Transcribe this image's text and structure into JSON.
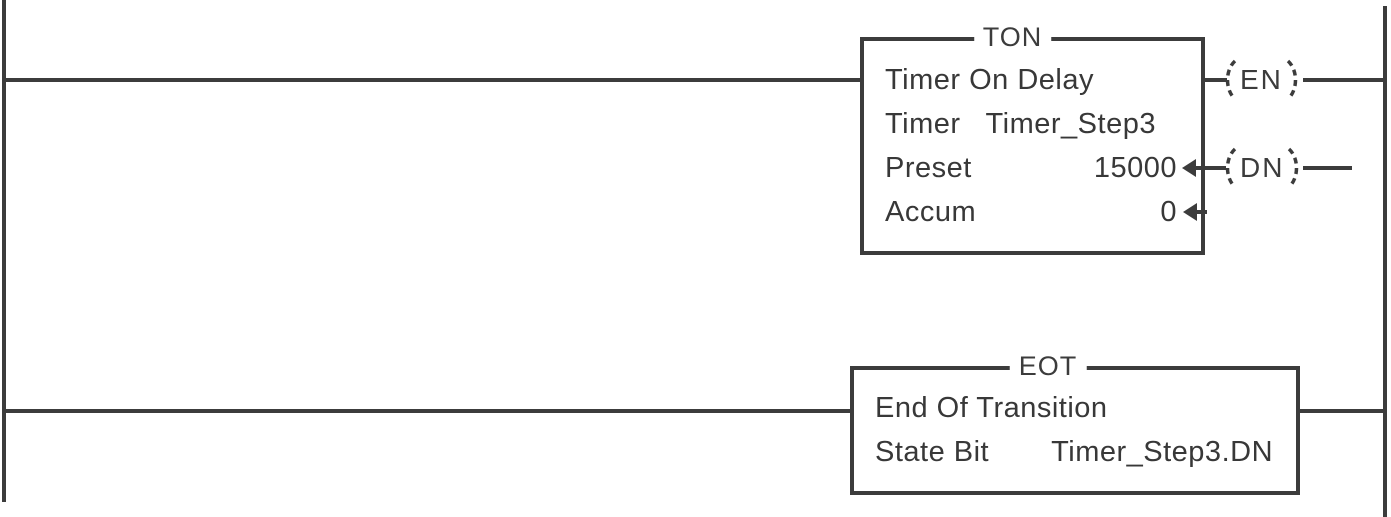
{
  "diagram": {
    "type": "ladder-logic-rung",
    "colors": {
      "line": "#3c3c3c",
      "text": "#383838",
      "background": "#ffffff"
    },
    "ton_block": {
      "mnemonic": "TON",
      "title": "Timer On Delay",
      "timer_label": "Timer",
      "timer_value": "Timer_Step3",
      "preset_label": "Preset",
      "preset_value": "15000",
      "accum_label": "Accum",
      "accum_value": "0",
      "en_coil_label": "EN",
      "dn_coil_label": "DN"
    },
    "eot_block": {
      "mnemonic": "EOT",
      "title": "End Of Transition",
      "state_bit_label": "State Bit",
      "state_bit_value": "Timer_Step3.DN"
    }
  }
}
